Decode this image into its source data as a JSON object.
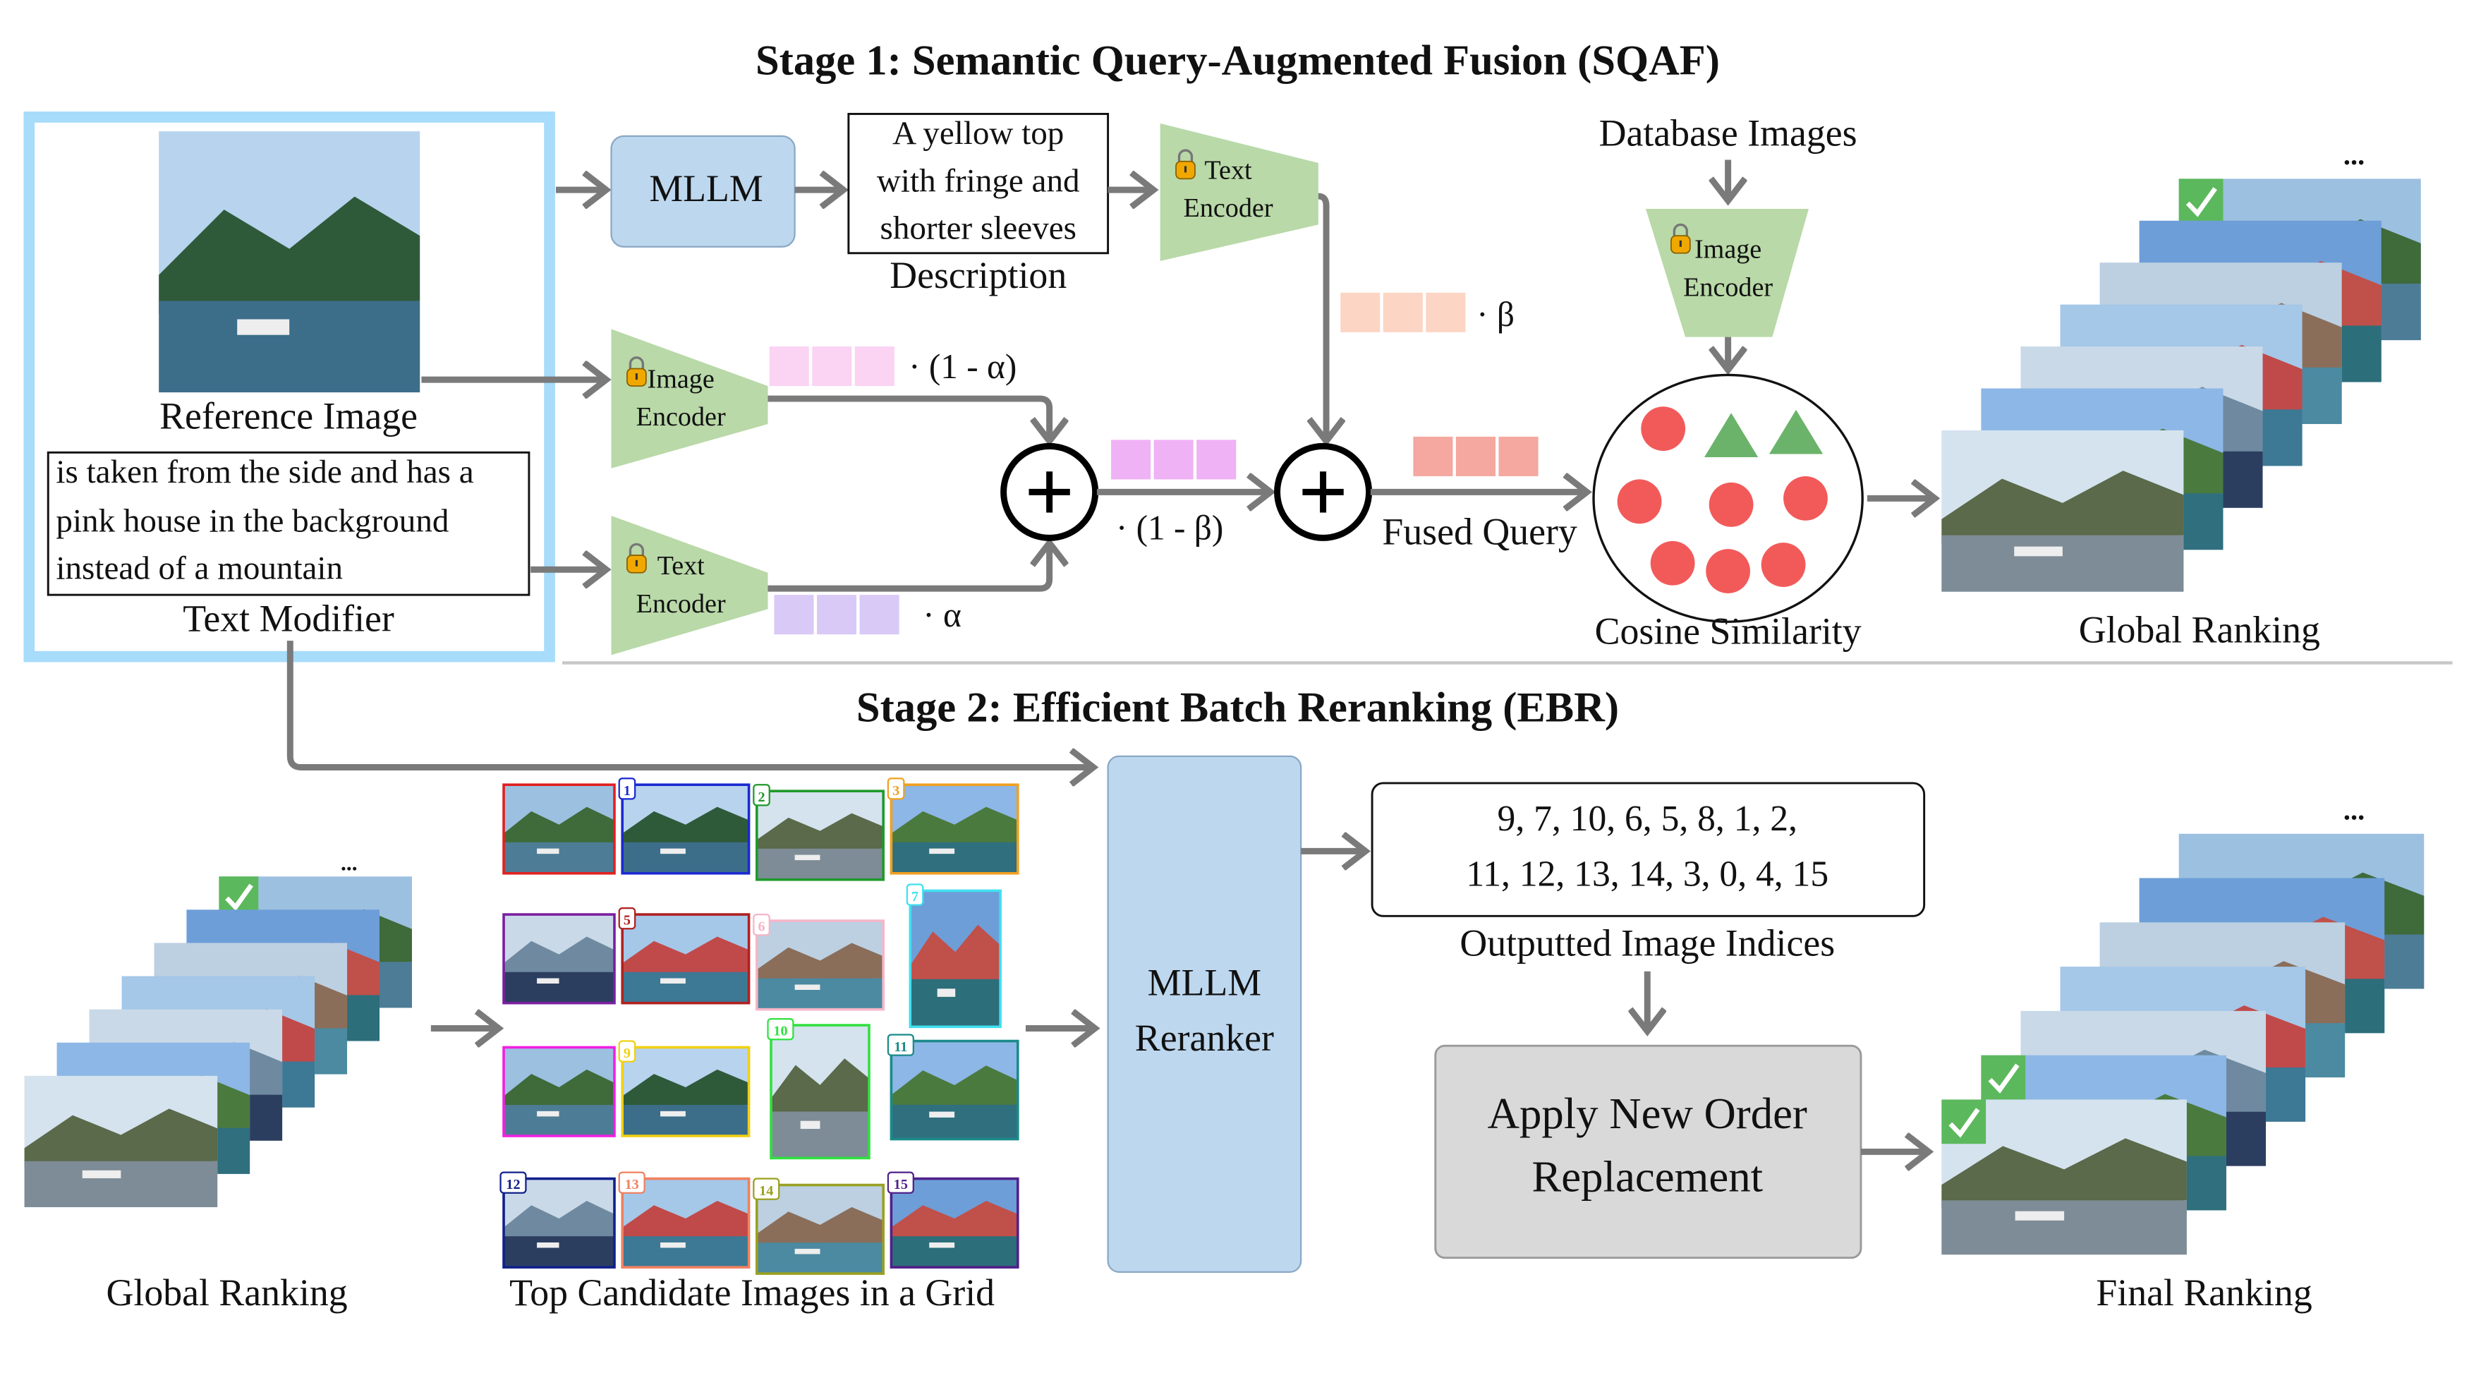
{
  "stage1": {
    "title": "Stage 1: Semantic Query-Augmented Fusion (SQAF)",
    "reference_image_label": "Reference Image",
    "text_modifier": {
      "lines": [
        "is taken from the side and has a",
        "pink house in the background",
        "instead of a mountain"
      ],
      "label": "Text Modifier"
    },
    "mllm": "MLLM",
    "description": {
      "lines": [
        "A yellow top",
        "with fringe and",
        "shorter sleeves"
      ],
      "label": "Description"
    },
    "text_encoder": [
      "Text",
      "Encoder"
    ],
    "image_encoder": [
      "Image",
      "Encoder"
    ],
    "database_images": "Database Images",
    "weights": {
      "one_minus_alpha": "· (1 - α)",
      "alpha": "· α",
      "one_minus_beta": "· (1 - β)",
      "beta": "· β"
    },
    "fused_query": "Fused Query",
    "cosine_similarity": "Cosine Similarity",
    "global_ranking": "Global Ranking",
    "ellipsis": "..."
  },
  "stage2": {
    "title": "Stage 2: Efficient Batch Reranking (EBR)",
    "global_ranking": "Global Ranking",
    "ellipsis": "...",
    "grid_label": "Top Candidate Images in a Grid",
    "grid_numbers": [
      "",
      "1",
      "2",
      "3",
      "",
      "5",
      "6",
      "7",
      "",
      "9",
      "10",
      "11",
      "12",
      "13",
      "14",
      "15"
    ],
    "reranker": [
      "MLLM",
      "Reranker"
    ],
    "indices": [
      "9, 7, 10, 6, 5, 8, 1, 2,",
      "11, 12, 13, 14, 3, 0, 4, 15"
    ],
    "indices_label": "Outputted Image Indices",
    "apply": [
      "Apply New Order",
      "Replacement"
    ],
    "final_ranking": "Final Ranking"
  },
  "colors": {
    "highlight_frame": "#a7dcfa",
    "mllm_box": "#bdd7ee",
    "encoder": "#b9d9a8",
    "lock": "#f0a800",
    "image_embedding": "#fbd3f3",
    "text_embedding": "#d9c9f7",
    "augmented_embedding": "#efb2f5",
    "description_embedding": "#fcd5c4",
    "fused_embedding": "#f4a8a0",
    "similarity_circle": "#f25a5a",
    "similarity_triangle": "#6bb36b",
    "check": "#5cb85c",
    "apply_box": "#d9d9d9",
    "grid_borders": [
      "#e02020",
      "#1a2ad0",
      "#1f9a2a",
      "#f0a020",
      "#7a1fa0",
      "#b02020",
      "#f5b5c8",
      "#3fe0f0",
      "#f020e0",
      "#f0d010",
      "#30e040",
      "#1a8a8a",
      "#10208a",
      "#f08060",
      "#9aa020",
      "#50208a"
    ]
  }
}
